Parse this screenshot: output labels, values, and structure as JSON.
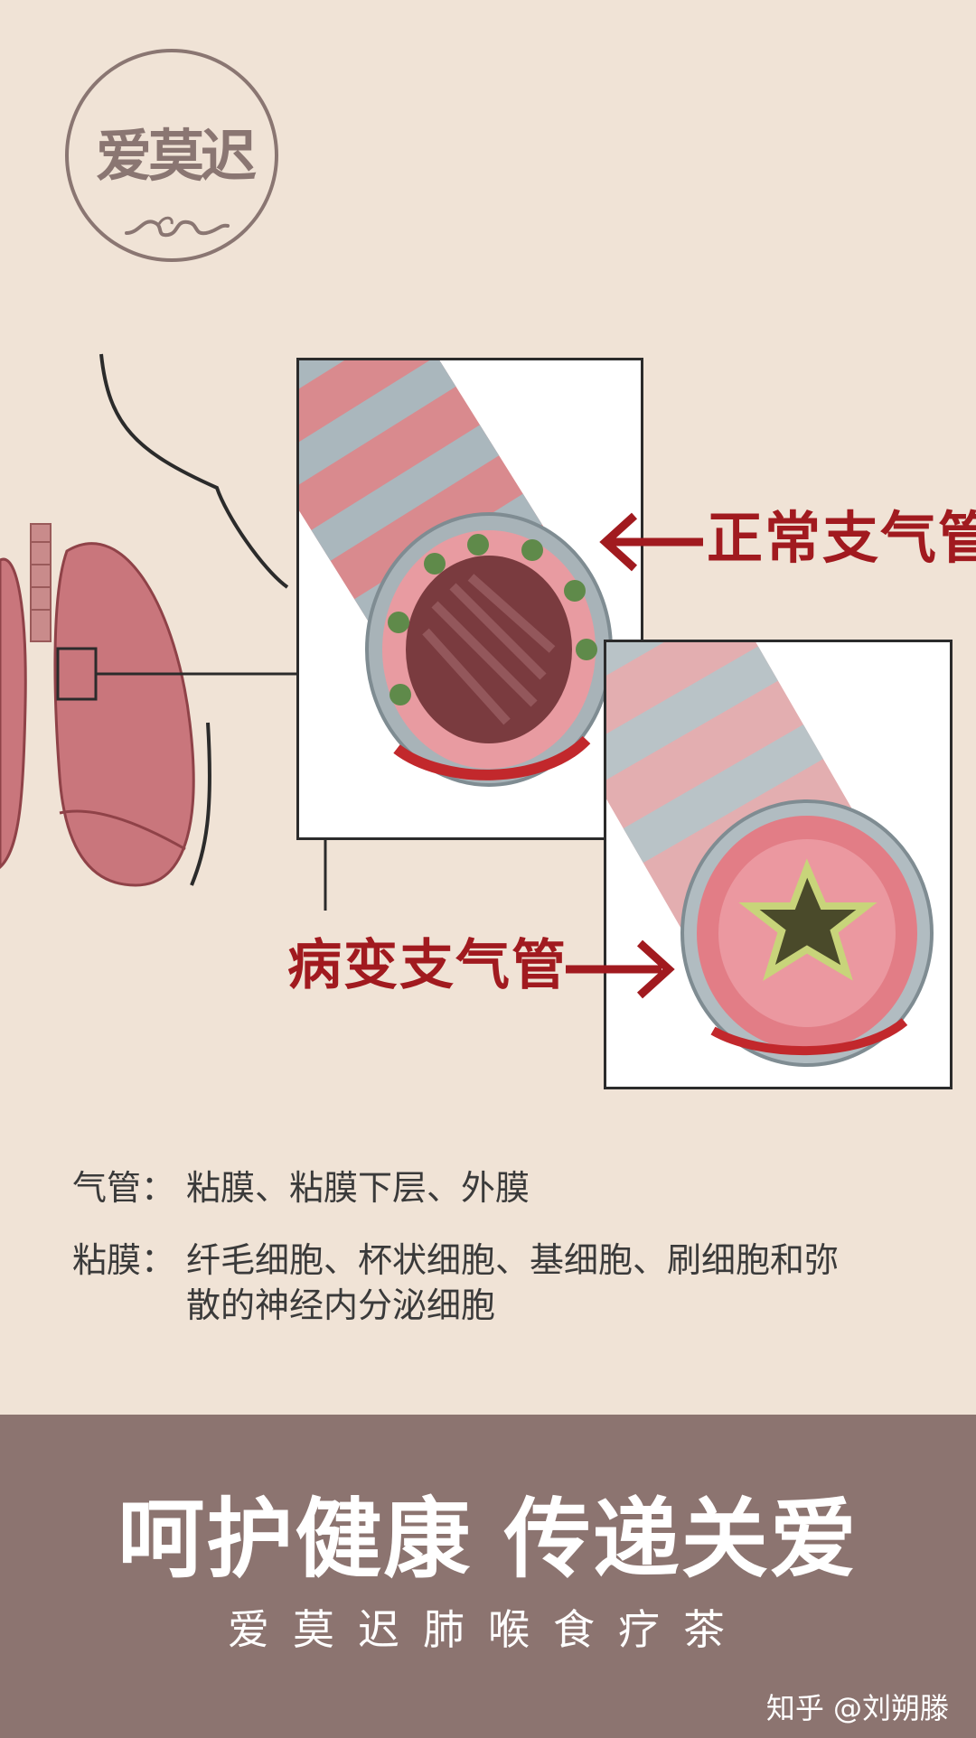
{
  "logo": {
    "text": "爱莫迟"
  },
  "illustration": {
    "normal_label": "正常支气管",
    "diseased_label": "病变支气管"
  },
  "notes": [
    {
      "key": "气管：",
      "value": "粘膜、粘膜下层、外膜"
    },
    {
      "key": "粘膜：",
      "value": "纤毛细胞、杯状细胞、基细胞、刷细胞和弥散的神经内分泌细胞"
    }
  ],
  "footer": {
    "slogan": "呵护健康  传递关爱",
    "product": "爱莫迟肺喉食疗茶",
    "watermark": "知乎 @刘朔滕"
  },
  "colors": {
    "background": "#f0e3d6",
    "brand_mauve": "#8c7470",
    "label_red": "#a11a1f"
  }
}
